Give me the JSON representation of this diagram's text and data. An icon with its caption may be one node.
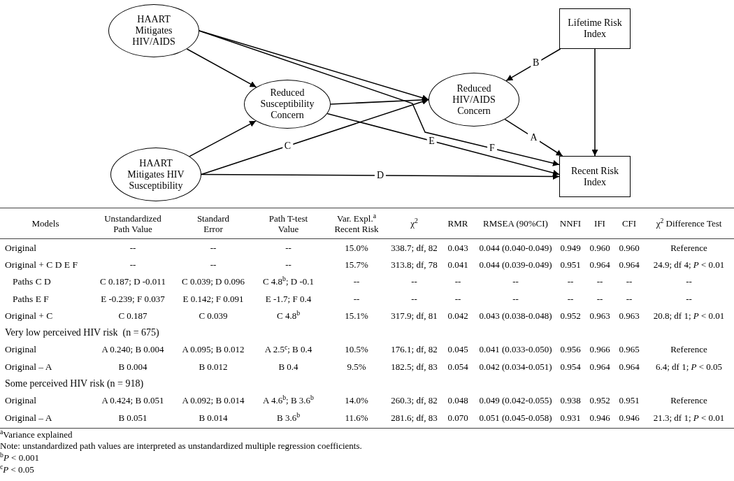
{
  "diagram": {
    "nodes": [
      {
        "text": [
          "HAART Mitigates HIV/AIDS"
        ]
      },
      {
        "text": [
          "Reduced Susceptibility Concern"
        ]
      },
      {
        "text": [
          "HAART Mitigates HIV Susceptibility"
        ]
      },
      {
        "text": [
          "Reduced HIV/AIDS Concern"
        ]
      },
      {
        "text": [
          "Lifetime Risk Index"
        ]
      },
      {
        "text": [
          "Recent Risk Index"
        ]
      }
    ],
    "edges": [
      {
        "from": 0,
        "to": 1,
        "arrow": "to"
      },
      {
        "from": 2,
        "to": 1,
        "arrow": "to"
      },
      {
        "from": 1,
        "to": 3,
        "arrow": "to"
      },
      {
        "from": 0,
        "to": 3,
        "arrow": "to"
      },
      {
        "from": 0,
        "to": 5,
        "arrow": "to",
        "label": "F"
      },
      {
        "from": 2,
        "to": 3,
        "arrow": "to",
        "label": "C"
      },
      {
        "from": 1,
        "to": 5,
        "arrow": "to",
        "label": "E"
      },
      {
        "from": 2,
        "to": 5,
        "arrow": "to",
        "label": "D"
      },
      {
        "from": 4,
        "to": 3,
        "arrow": "to",
        "label": "B"
      },
      {
        "from": 3,
        "to": 5,
        "arrow": "to",
        "label": "A"
      },
      {
        "from": 4,
        "to": 5,
        "arrow": "to"
      }
    ],
    "labels": [
      "Models",
      "Unstandardized Path Value",
      "Standard Error",
      "Path T-test Value",
      "Var. Expl.$^{a}$ Recent Risk",
      "χ$^{2}$",
      "RMR",
      "RMSEA (90%CI)",
      "NNFI",
      "IFI",
      "CFI",
      "χ$^{2}$ Difference Test",
      "Original",
      "--",
      "--",
      "--",
      "15.0%",
      "338.7; df, 82",
      "0.043",
      "0.044 (0.040-0.049)",
      "0.949",
      "0.960",
      "0.960",
      "Reference",
      "Original + C D E F",
      "--",
      "--",
      "--",
      "15.7%",
      "313.8; df, 78",
      "0.041",
      "0.044 (0.039-0.049)",
      "0.951",
      "0.964",
      "0.964",
      "24.9; df 4; *P* < 0.01",
      "Paths C D",
      "C 0.187; D -0.011",
      "C 0.039; D 0.096",
      "C 4.8$^{b}$; D -0.1",
      "--",
      "--",
      "--",
      "--",
      "--",
      "--",
      "--",
      "--",
      "Paths E F",
      "E -0.239; F 0.037",
      "E 0.142; F 0.091",
      "E -1.7; F 0.4",
      "--",
      "--",
      "--",
      "--",
      "--",
      "--",
      "--",
      "--",
      "Original + C",
      "C 0.187",
      "C 0.039",
      "C 4.8$^{b}$",
      "15.1%",
      "317.9; df, 81",
      "0.042",
      "0.043 (0.038-0.048)",
      "0.952",
      "0.963",
      "0.963",
      "20.8; df 1; *P* < 0.01",
      "Very low perceived HIV risk  (n = 675)",
      "Original",
      "A 0.240; B 0.004",
      "A 0.095; B 0.012",
      "A 2.5$^{c}$; B 0.4",
      "10.5%",
      "176.1; df, 82",
      "0.045",
      "0.041 (0.033-0.050)",
      "0.956",
      "0.966",
      "0.965",
      "Reference",
      "Original – A",
      "B 0.004",
      "B 0.012",
      "B 0.4",
      "9.5%",
      "182.5; df, 83",
      "0.054",
      "0.042 (0.034-0.051)",
      "0.954",
      "0.964",
      "0.964",
      "6.4; df 1; *P* < 0.05",
      "Some perceived HIV risk (n = 918)",
      "Original",
      "A 0.424; B 0.051",
      "A 0.092; B 0.014",
      "A 4.6$^{b}$; B 3.6$^{b}$",
      "14.0%",
      "260.3; df, 82",
      "0.048",
      "0.049 (0.042-0.055)",
      "0.938",
      "0.952",
      "0.951",
      "Reference",
      "Original – A",
      "B 0.051",
      "B 0.014",
      "B 3.6$^{b}$",
      "11.6%",
      "281.6; df, 83",
      "0.070",
      "0.051 (0.045-0.058)",
      "0.931",
      "0.946",
      "0.946",
      "21.3; df 1; *P* < 0.01",
      "$^{a}$Variance explained",
      "Note: unstandardized path values are interpreted as unstandardized multiple regression coefficients.",
      "$^{b}$*P* < 0.001",
      "$^{c}$*P* < 0.05"
    ]
  }
}
